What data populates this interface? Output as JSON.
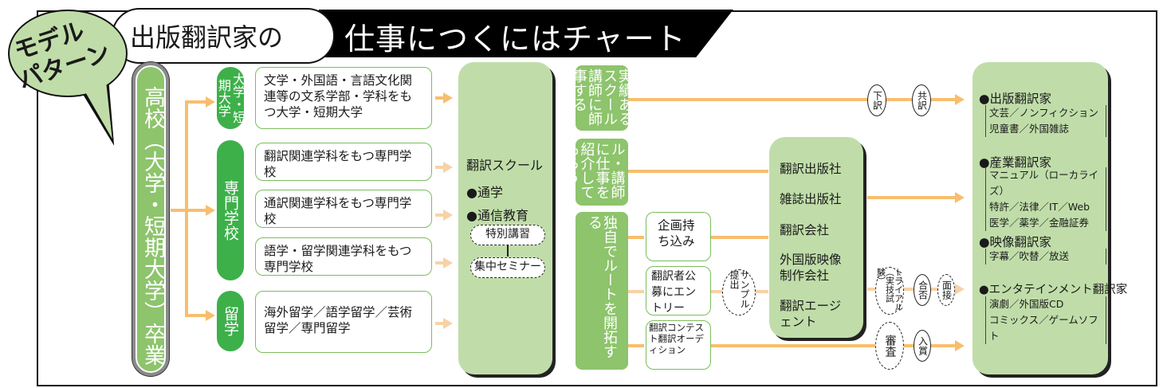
{
  "header": {
    "badge": [
      "モデル",
      "パターン"
    ],
    "cloud_title": "出版翻訳家の",
    "title": "仕事につくにはチャート"
  },
  "start": "高校（大学・短期大学）卒業",
  "categories": [
    {
      "label": "大学・短期大学",
      "boxes": [
        "文学・外国語・言語文化関連等の文系学部・学科をもつ大学・短期大学"
      ]
    },
    {
      "label": "専門学校",
      "boxes": [
        "翻訳関連学科をもつ専門学校",
        "通訳関連学科をもつ専門学校",
        "語学・留学関連学科をもつ専門学校"
      ]
    },
    {
      "label": "留学",
      "boxes": [
        "海外留学／語学留学／芸術留学／専門留学"
      ]
    }
  ],
  "school": {
    "title": "翻訳スクール",
    "items": [
      "●通学",
      "●通信教育"
    ],
    "sub_items": [
      "特別講習",
      "集中セミナー"
    ]
  },
  "routes": [
    {
      "label": "実績あるスクール講師に師事する"
    },
    {
      "label": "スクール・講師に仕事を紹介してもらう"
    },
    {
      "label": "独自でルートを開拓する"
    }
  ],
  "self_routes": [
    "企画持ち込み",
    "翻訳者公募にエントリー",
    "翻訳コンテスト翻訳オーディション"
  ],
  "companies": [
    "翻訳出版社",
    "雑誌出版社",
    "翻訳会社",
    "外国版映像制作会社",
    "翻訳エージェント"
  ],
  "steps": {
    "top": [
      "下訳",
      "共訳"
    ],
    "sample": "サンプル提出",
    "trial": "トライアル（実技試験）",
    "pass": "合否",
    "interview": "面接",
    "review": "審査",
    "award": "入賞"
  },
  "jobs": [
    {
      "title": "●出版翻訳家",
      "details": [
        "文芸／ノンフィクション",
        "児童書／外国雑誌"
      ]
    },
    {
      "title": "●産業翻訳家",
      "details": [
        "マニュアル（ローカライズ）",
        "特許／法律／IT／Web",
        "医学／薬学／金融証券"
      ]
    },
    {
      "title": "●映像翻訳家",
      "details": [
        "字幕／吹替／放送"
      ]
    },
    {
      "title": "●エンタテインメント翻訳家",
      "details": [
        "演劇／外国版CD",
        "コミックス／ゲームソフト"
      ]
    }
  ],
  "colors": {
    "arrow": "#f8be6e",
    "dark_green": "#3db04a",
    "mid_green": "#8dc46c",
    "light_green": "#c0dda9"
  }
}
